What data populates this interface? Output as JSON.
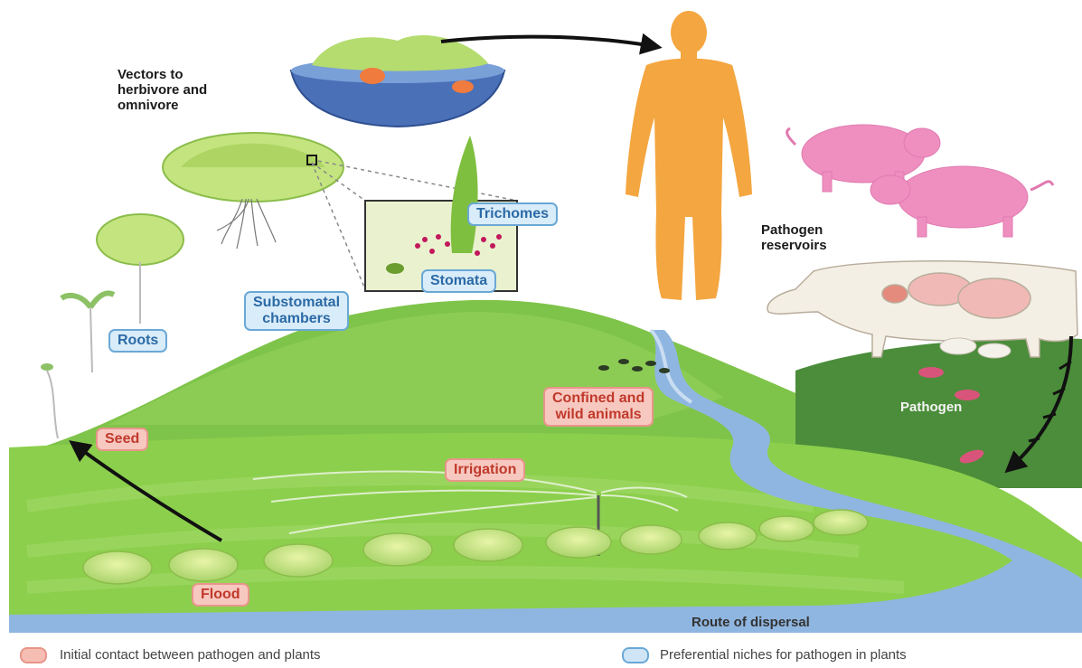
{
  "labels": {
    "vectors": "Vectors to\nherbivore and\nomnivore",
    "pathogen_reservoirs": "Pathogen\nreservoirs",
    "trichomes": "Trichomes",
    "stomata": "Stomata",
    "substomatal": "Substomatal\nchambers",
    "roots": "Roots",
    "confined_animals": "Confined and\nwild animals",
    "seed": "Seed",
    "irrigation": "Irrigation",
    "flood": "Flood",
    "pathogen": "Pathogen",
    "route": "Route of dispersal"
  },
  "legend": {
    "initial_contact": "Initial contact between pathogen and plants",
    "preferential_niches": "Preferential niches for pathogen in plants"
  },
  "colors": {
    "contact_label": "#f7c8c0",
    "niche_label": "#d9ecf9",
    "river": "#8fb6e0",
    "field": "#8ccf4c"
  }
}
